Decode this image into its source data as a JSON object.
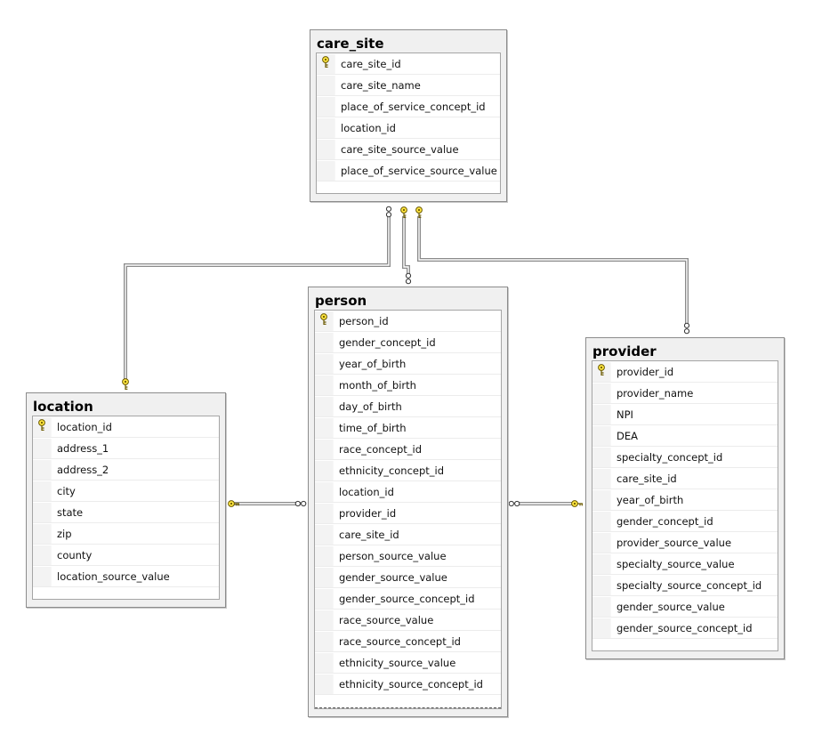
{
  "colors": {
    "canvas": "#ffffff",
    "entity_frame": "#f0f0f0",
    "entity_border": "#8c8c8c",
    "relationship_line": "#8a8a8a",
    "key_yellow": "#ffe640"
  },
  "entities": {
    "care_site": {
      "title": "care_site",
      "columns": [
        {
          "name": "care_site_id",
          "pk": true
        },
        {
          "name": "care_site_name",
          "pk": false
        },
        {
          "name": "place_of_service_concept_id",
          "pk": false
        },
        {
          "name": "location_id",
          "pk": false
        },
        {
          "name": "care_site_source_value",
          "pk": false
        },
        {
          "name": "place_of_service_source_value",
          "pk": false
        }
      ]
    },
    "person": {
      "title": "person",
      "columns": [
        {
          "name": "person_id",
          "pk": true
        },
        {
          "name": "gender_concept_id",
          "pk": false
        },
        {
          "name": "year_of_birth",
          "pk": false
        },
        {
          "name": "month_of_birth",
          "pk": false
        },
        {
          "name": "day_of_birth",
          "pk": false
        },
        {
          "name": "time_of_birth",
          "pk": false
        },
        {
          "name": "race_concept_id",
          "pk": false
        },
        {
          "name": "ethnicity_concept_id",
          "pk": false
        },
        {
          "name": "location_id",
          "pk": false
        },
        {
          "name": "provider_id",
          "pk": false
        },
        {
          "name": "care_site_id",
          "pk": false
        },
        {
          "name": "person_source_value",
          "pk": false
        },
        {
          "name": "gender_source_value",
          "pk": false
        },
        {
          "name": "gender_source_concept_id",
          "pk": false
        },
        {
          "name": "race_source_value",
          "pk": false
        },
        {
          "name": "race_source_concept_id",
          "pk": false
        },
        {
          "name": "ethnicity_source_value",
          "pk": false
        },
        {
          "name": "ethnicity_source_concept_id",
          "pk": false
        }
      ]
    },
    "location": {
      "title": "location",
      "columns": [
        {
          "name": "location_id",
          "pk": true
        },
        {
          "name": "address_1",
          "pk": false
        },
        {
          "name": "address_2",
          "pk": false
        },
        {
          "name": "city",
          "pk": false
        },
        {
          "name": "state",
          "pk": false
        },
        {
          "name": "zip",
          "pk": false
        },
        {
          "name": "county",
          "pk": false
        },
        {
          "name": "location_source_value",
          "pk": false
        }
      ]
    },
    "provider": {
      "title": "provider",
      "columns": [
        {
          "name": "provider_id",
          "pk": true
        },
        {
          "name": "provider_name",
          "pk": false
        },
        {
          "name": "NPI",
          "pk": false
        },
        {
          "name": "DEA",
          "pk": false
        },
        {
          "name": "specialty_concept_id",
          "pk": false
        },
        {
          "name": "care_site_id",
          "pk": false
        },
        {
          "name": "year_of_birth",
          "pk": false
        },
        {
          "name": "gender_concept_id",
          "pk": false
        },
        {
          "name": "provider_source_value",
          "pk": false
        },
        {
          "name": "specialty_source_value",
          "pk": false
        },
        {
          "name": "specialty_source_concept_id",
          "pk": false
        },
        {
          "name": "gender_source_value",
          "pk": false
        },
        {
          "name": "gender_source_concept_id",
          "pk": false
        }
      ]
    }
  },
  "relationships": [
    {
      "from": "location",
      "to": "care_site",
      "one_end": "location",
      "many_end": "care_site"
    },
    {
      "from": "care_site",
      "to": "person",
      "one_end": "care_site",
      "many_end": "person"
    },
    {
      "from": "care_site",
      "to": "provider",
      "one_end": "care_site",
      "many_end": "provider"
    },
    {
      "from": "location",
      "to": "person",
      "one_end": "location",
      "many_end": "person"
    },
    {
      "from": "provider",
      "to": "person",
      "one_end": "provider",
      "many_end": "person"
    }
  ]
}
